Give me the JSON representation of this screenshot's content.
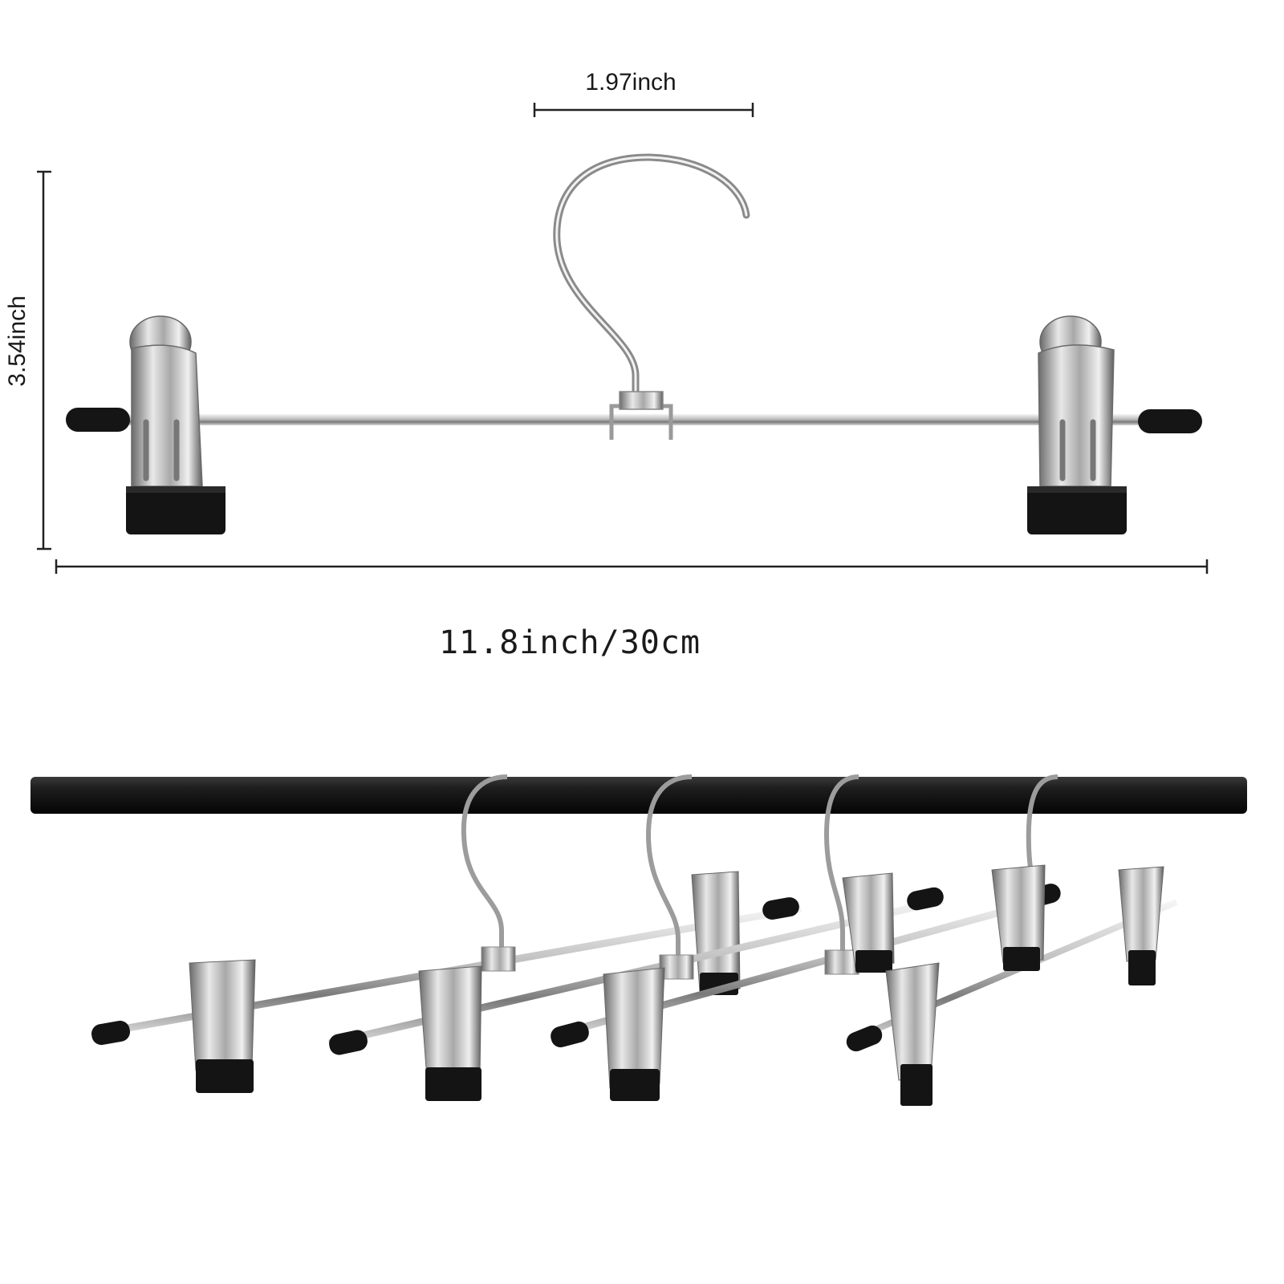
{
  "dimensions": {
    "hook_width": "1.97inch",
    "height": "3.54inch",
    "length": "11.8inch/30cm"
  },
  "colors": {
    "chrome_light": "#f2f2f2",
    "chrome_mid": "#b8b8b8",
    "chrome_dark": "#6e6e6e",
    "rubber": "#111111",
    "rod": "#1a1a1a"
  }
}
